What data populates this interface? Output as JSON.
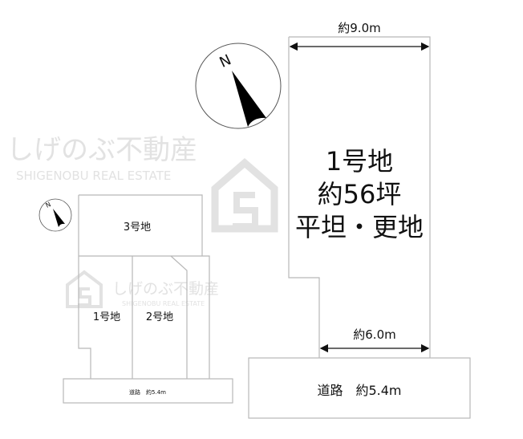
{
  "watermark": {
    "name": "しげのぶ不動産",
    "sub": "SHIGENOBU REAL ESTATE"
  },
  "compass": {
    "north_label": "N"
  },
  "main_plot": {
    "title": "1号地",
    "area": "約56坪",
    "note": "平坦・更地",
    "top_width": "約9.0m",
    "frontage": "約6.0m",
    "road": "道路　約5.4m"
  },
  "overview_map": {
    "lots": [
      "3号地",
      "1号地",
      "2号地"
    ],
    "road": "道路　約5.4m",
    "north_label": "N"
  }
}
